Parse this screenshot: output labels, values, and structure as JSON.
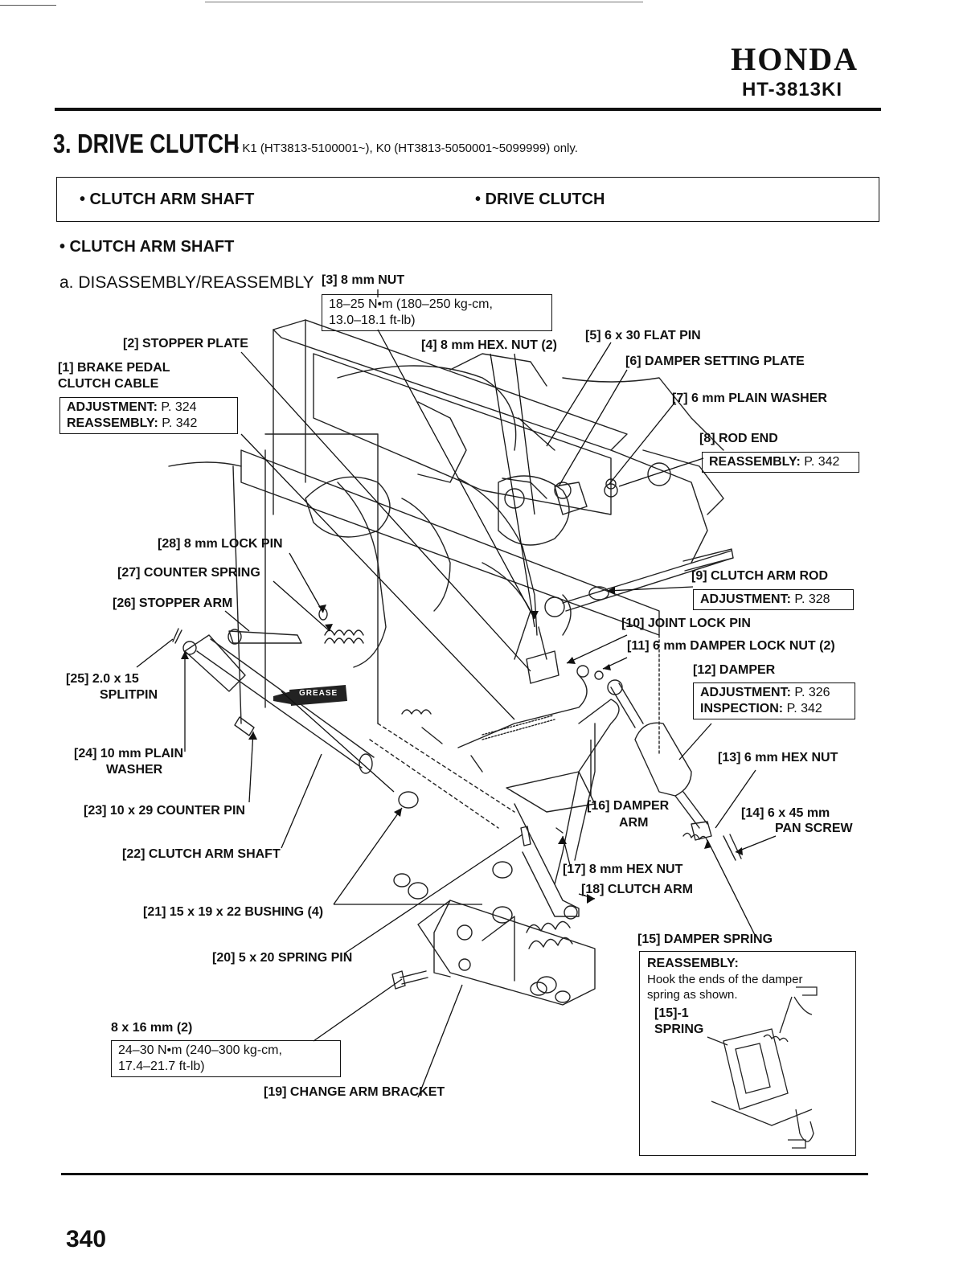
{
  "header": {
    "brand": "HONDA",
    "model": "HT-3813KI"
  },
  "section": {
    "title": "3. DRIVE CLUTCH",
    "note": "• K1 (HT3813-5100001~), K0 (HT3813-5050001~5099999) only."
  },
  "toc": {
    "item1": "• CLUTCH ARM SHAFT",
    "item2": "• DRIVE CLUTCH"
  },
  "subsection": "• CLUTCH ARM SHAFT",
  "step": "a. DISASSEMBLY/REASSEMBLY",
  "labels": {
    "l3": "[3] 8 mm NUT",
    "l3_torque_1": "18–25 N•m (180–250 kg-cm,",
    "l3_torque_2": "13.0–18.1 ft-lb)",
    "l2": "[2] STOPPER PLATE",
    "l4": "[4] 8 mm HEX. NUT (2)",
    "l5": "[5] 6 x 30 FLAT PIN",
    "l6": "[6] DAMPER SETTING PLATE",
    "l1_a": "[1] BRAKE PEDAL",
    "l1_b": "CLUTCH CABLE",
    "l1_adj_key": "ADJUSTMENT:",
    "l1_adj_val": "P. 324",
    "l1_rea_key": "REASSEMBLY:",
    "l1_rea_val": "P. 342",
    "l7": "[7] 6 mm PLAIN WASHER",
    "l8": "[8] ROD END",
    "l8_key": "REASSEMBLY:",
    "l8_val": "P. 342",
    "l28": "[28] 8 mm LOCK PIN",
    "l27": "[27] COUNTER SPRING",
    "l26": "[26] STOPPER ARM",
    "l9": "[9] CLUTCH ARM ROD",
    "l9_key": "ADJUSTMENT:",
    "l9_val": "P. 328",
    "l10": "[10] JOINT LOCK PIN",
    "l11": "[11] 6 mm DAMPER LOCK NUT (2)",
    "l12": "[12] DAMPER",
    "l12_adj_key": "ADJUSTMENT:",
    "l12_adj_val": "P. 326",
    "l12_ins_key": "INSPECTION:",
    "l12_ins_val": "P. 342",
    "l25_a": "[25] 2.0 x 15",
    "l25_b": "SPLITPIN",
    "grease": "GREASE",
    "l24_a": "[24] 10 mm PLAIN",
    "l24_b": "WASHER",
    "l13": "[13] 6 mm HEX NUT",
    "l23": "[23] 10 x 29 COUNTER PIN",
    "l16_a": "[16] DAMPER",
    "l16_b": "ARM",
    "l14_a": "[14] 6 x 45 mm",
    "l14_b": "PAN SCREW",
    "l22": "[22] CLUTCH ARM SHAFT",
    "l17": "[17] 8 mm HEX NUT",
    "l18": "[18] CLUTCH ARM",
    "l21": "[21] 15 x 19 x 22 BUSHING (4)",
    "l15": "[15] DAMPER SPRING",
    "l15_box_title": "REASSEMBLY:",
    "l15_box_line1": "Hook the ends of the damper",
    "l15_box_line2": "spring as shown.",
    "l15_sub_a": "[15]-1",
    "l15_sub_b": "SPRING",
    "l20": "[20] 5 x 20 SPRING PIN",
    "bolt": "8 x 16 mm (2)",
    "bolt_torque_1": "24–30 N•m (240–300 kg-cm,",
    "bolt_torque_2": "17.4–21.7 ft-lb)",
    "l19": "[19] CHANGE ARM BRACKET"
  },
  "page_number": "340"
}
